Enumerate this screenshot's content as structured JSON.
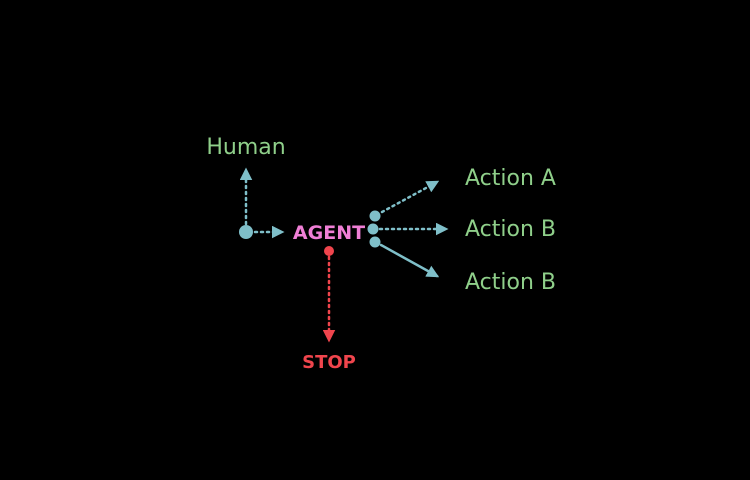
{
  "nodes": {
    "human": "Human",
    "agent": "AGENT",
    "stop": "STOP",
    "action_a": "Action A",
    "action_b_top": "Action B",
    "action_b_bottom": "Action B"
  },
  "colors": {
    "background": "#000000",
    "connector": "#7fbfc9",
    "label": "#8fcf8a",
    "agent": "#f07fd6",
    "stop": "#f0454d"
  }
}
